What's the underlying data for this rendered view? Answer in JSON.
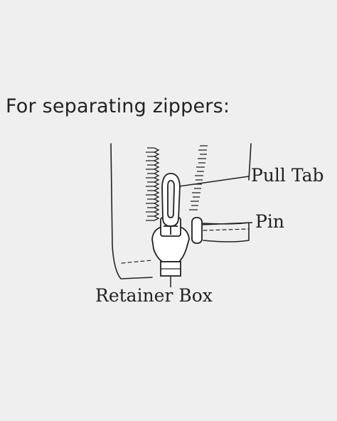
{
  "heading": "For separating zippers:",
  "labels": {
    "pull_tab": "Pull Tab",
    "pin": "Pin",
    "retainer_box": "Retainer Box"
  },
  "colors": {
    "background": "#efefef",
    "ink": "#222222",
    "fill": "#ffffff"
  }
}
